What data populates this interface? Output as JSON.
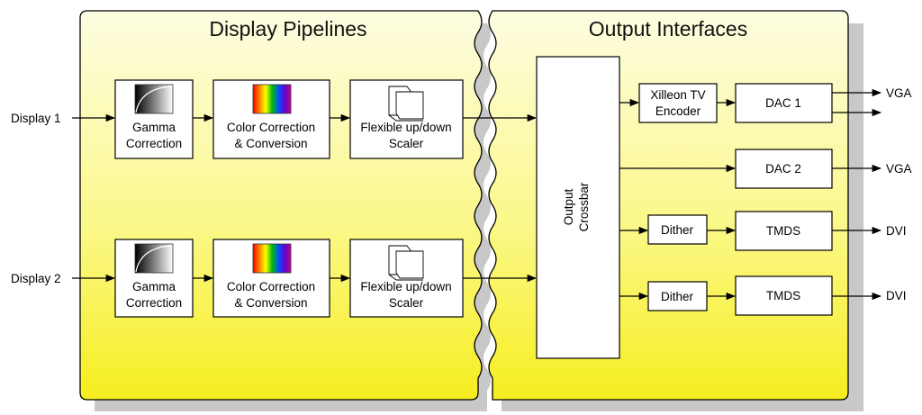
{
  "panels": {
    "pipelines_title": "Display Pipelines",
    "outputs_title": "Output Interfaces"
  },
  "inputs": {
    "display1": "Display 1",
    "display2": "Display 2"
  },
  "pipeline": {
    "gamma": [
      "Gamma",
      "Correction"
    ],
    "color": [
      "Color Correction",
      "& Conversion"
    ],
    "scaler": [
      "Flexible up/down",
      "Scaler"
    ]
  },
  "crossbar": [
    "Output",
    "Crossbar"
  ],
  "encoder": [
    "Xilleon TV",
    "Encoder"
  ],
  "dac1": "DAC 1",
  "dac2": "DAC 2",
  "dither": "Dither",
  "tmds": "TMDS",
  "outputs": {
    "vga": "VGA",
    "dvi": "DVI"
  },
  "colors": {
    "panel_fill_light": "#fdfde2",
    "panel_fill_dark": "#f7f020",
    "panel_stroke": "#000000",
    "shadow": "#c8c8c8"
  }
}
